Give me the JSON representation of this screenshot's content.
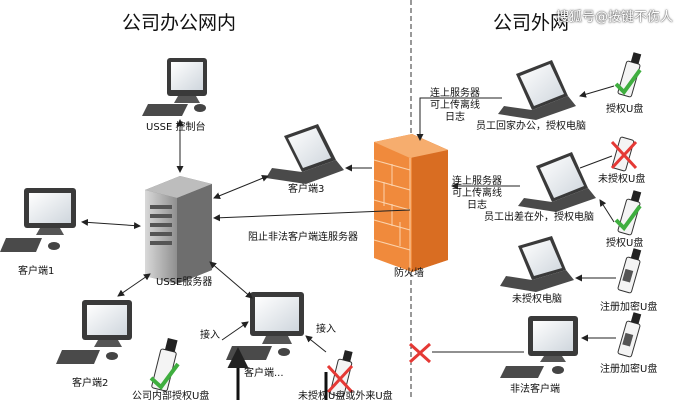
{
  "titles": {
    "inside": "公司办公网内",
    "outside": "公司外网"
  },
  "watermark": "搜狐号@按键不伤人",
  "labels": {
    "usse_console": "USSE 控制台",
    "usse_server": "USSE服务器",
    "client1": "客户端1",
    "client2": "客户端2",
    "client3": "客户端3",
    "client_more": "客户端...",
    "firewall": "防火墙",
    "block_illegal": "阻止非法客户端连服务器",
    "plug_in_1": "接入",
    "plug_in_2": "接入",
    "authorized_usb_internal": "公司内部授权U盘",
    "unauthorized_or_external_usb": "未授权U盘或外来U盘",
    "connect_upload_1": [
      "连上服务器",
      "可上传离线",
      "日志"
    ],
    "connect_upload_2": [
      "连上服务器",
      "可上传离线",
      "日志"
    ],
    "home_office": "员工回家办公，授权电脑",
    "business_trip": "员工出差在外，授权电脑",
    "authorized_usb_1": "授权U盘",
    "unauthorized_usb": "未授权U盘",
    "authorized_usb_2": "授权U盘",
    "unauthorized_pc": "未授权电脑",
    "registered_encrypted_usb_1": "注册加密U盘",
    "registered_encrypted_usb_2": "注册加密U盘",
    "illegal_client": "非法客户端"
  },
  "colors": {
    "firewall": "#f08a3c",
    "blocked_x": "#e53935",
    "usb_green": "#3fae3f",
    "arrow": "#222222"
  }
}
